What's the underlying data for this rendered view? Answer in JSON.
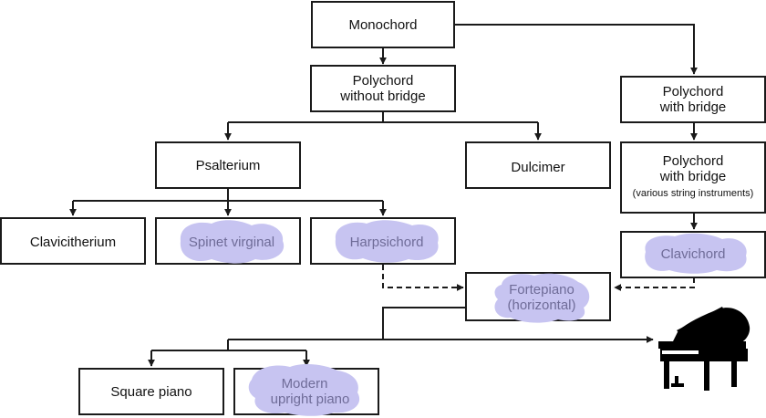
{
  "nodes": {
    "monochord": {
      "label": "Monochord"
    },
    "polychord_no_bridge": {
      "line1": "Polychord",
      "line2": "without bridge"
    },
    "polychord_bridge": {
      "line1": "Polychord",
      "line2": "with bridge"
    },
    "psalterium": {
      "label": "Psalterium"
    },
    "dulcimer": {
      "label": "Dulcimer"
    },
    "polychord_bridge_various": {
      "line1": "Polychord",
      "line2": "with bridge",
      "line3": "(various string instruments)"
    },
    "clavicitherium": {
      "label": "Clavicitherium"
    },
    "spinet_virginal": {
      "label": "Spinet virginal"
    },
    "harpsichord": {
      "label": "Harpsichord"
    },
    "clavichord": {
      "label": "Clavichord"
    },
    "fortepiano": {
      "line1": "Fortepiano",
      "line2": "(horizontal)"
    },
    "square_piano": {
      "label": "Square piano"
    },
    "modern_upright": {
      "line1": "Modern",
      "line2": "upright piano"
    }
  },
  "edges": [
    {
      "from": "Monochord",
      "to": "Polychord without bridge",
      "style": "solid"
    },
    {
      "from": "Monochord",
      "to": "Polychord with bridge",
      "style": "solid"
    },
    {
      "from": "Polychord without bridge",
      "to": "Psalterium",
      "style": "solid"
    },
    {
      "from": "Polychord without bridge",
      "to": "Dulcimer",
      "style": "solid"
    },
    {
      "from": "Polychord with bridge",
      "to": "Polychord with bridge (various string instruments)",
      "style": "solid"
    },
    {
      "from": "Polychord with bridge (various string instruments)",
      "to": "Clavichord",
      "style": "solid"
    },
    {
      "from": "Psalterium",
      "to": "Clavicitherium",
      "style": "solid"
    },
    {
      "from": "Psalterium",
      "to": "Spinet virginal",
      "style": "solid"
    },
    {
      "from": "Psalterium",
      "to": "Harpsichord",
      "style": "solid"
    },
    {
      "from": "Harpsichord",
      "to": "Fortepiano (horizontal)",
      "style": "dashed"
    },
    {
      "from": "Clavichord",
      "to": "Fortepiano (horizontal)",
      "style": "dashed"
    },
    {
      "from": "Fortepiano (horizontal)",
      "to": "Square piano",
      "style": "solid"
    },
    {
      "from": "Fortepiano (horizontal)",
      "to": "Modern upright piano",
      "style": "solid"
    },
    {
      "from": "Fortepiano (horizontal)",
      "to": "grand-piano-image",
      "style": "solid"
    }
  ],
  "highlighted": [
    "Spinet virginal",
    "Harpsichord",
    "Clavichord",
    "Fortepiano (horizontal)",
    "Modern upright piano"
  ],
  "colors": {
    "highlight": "#c7c4f1",
    "highlight_text": "#6f6c98",
    "line": "#1a1a1a"
  },
  "icons": {
    "piano": "grand-piano-icon"
  }
}
